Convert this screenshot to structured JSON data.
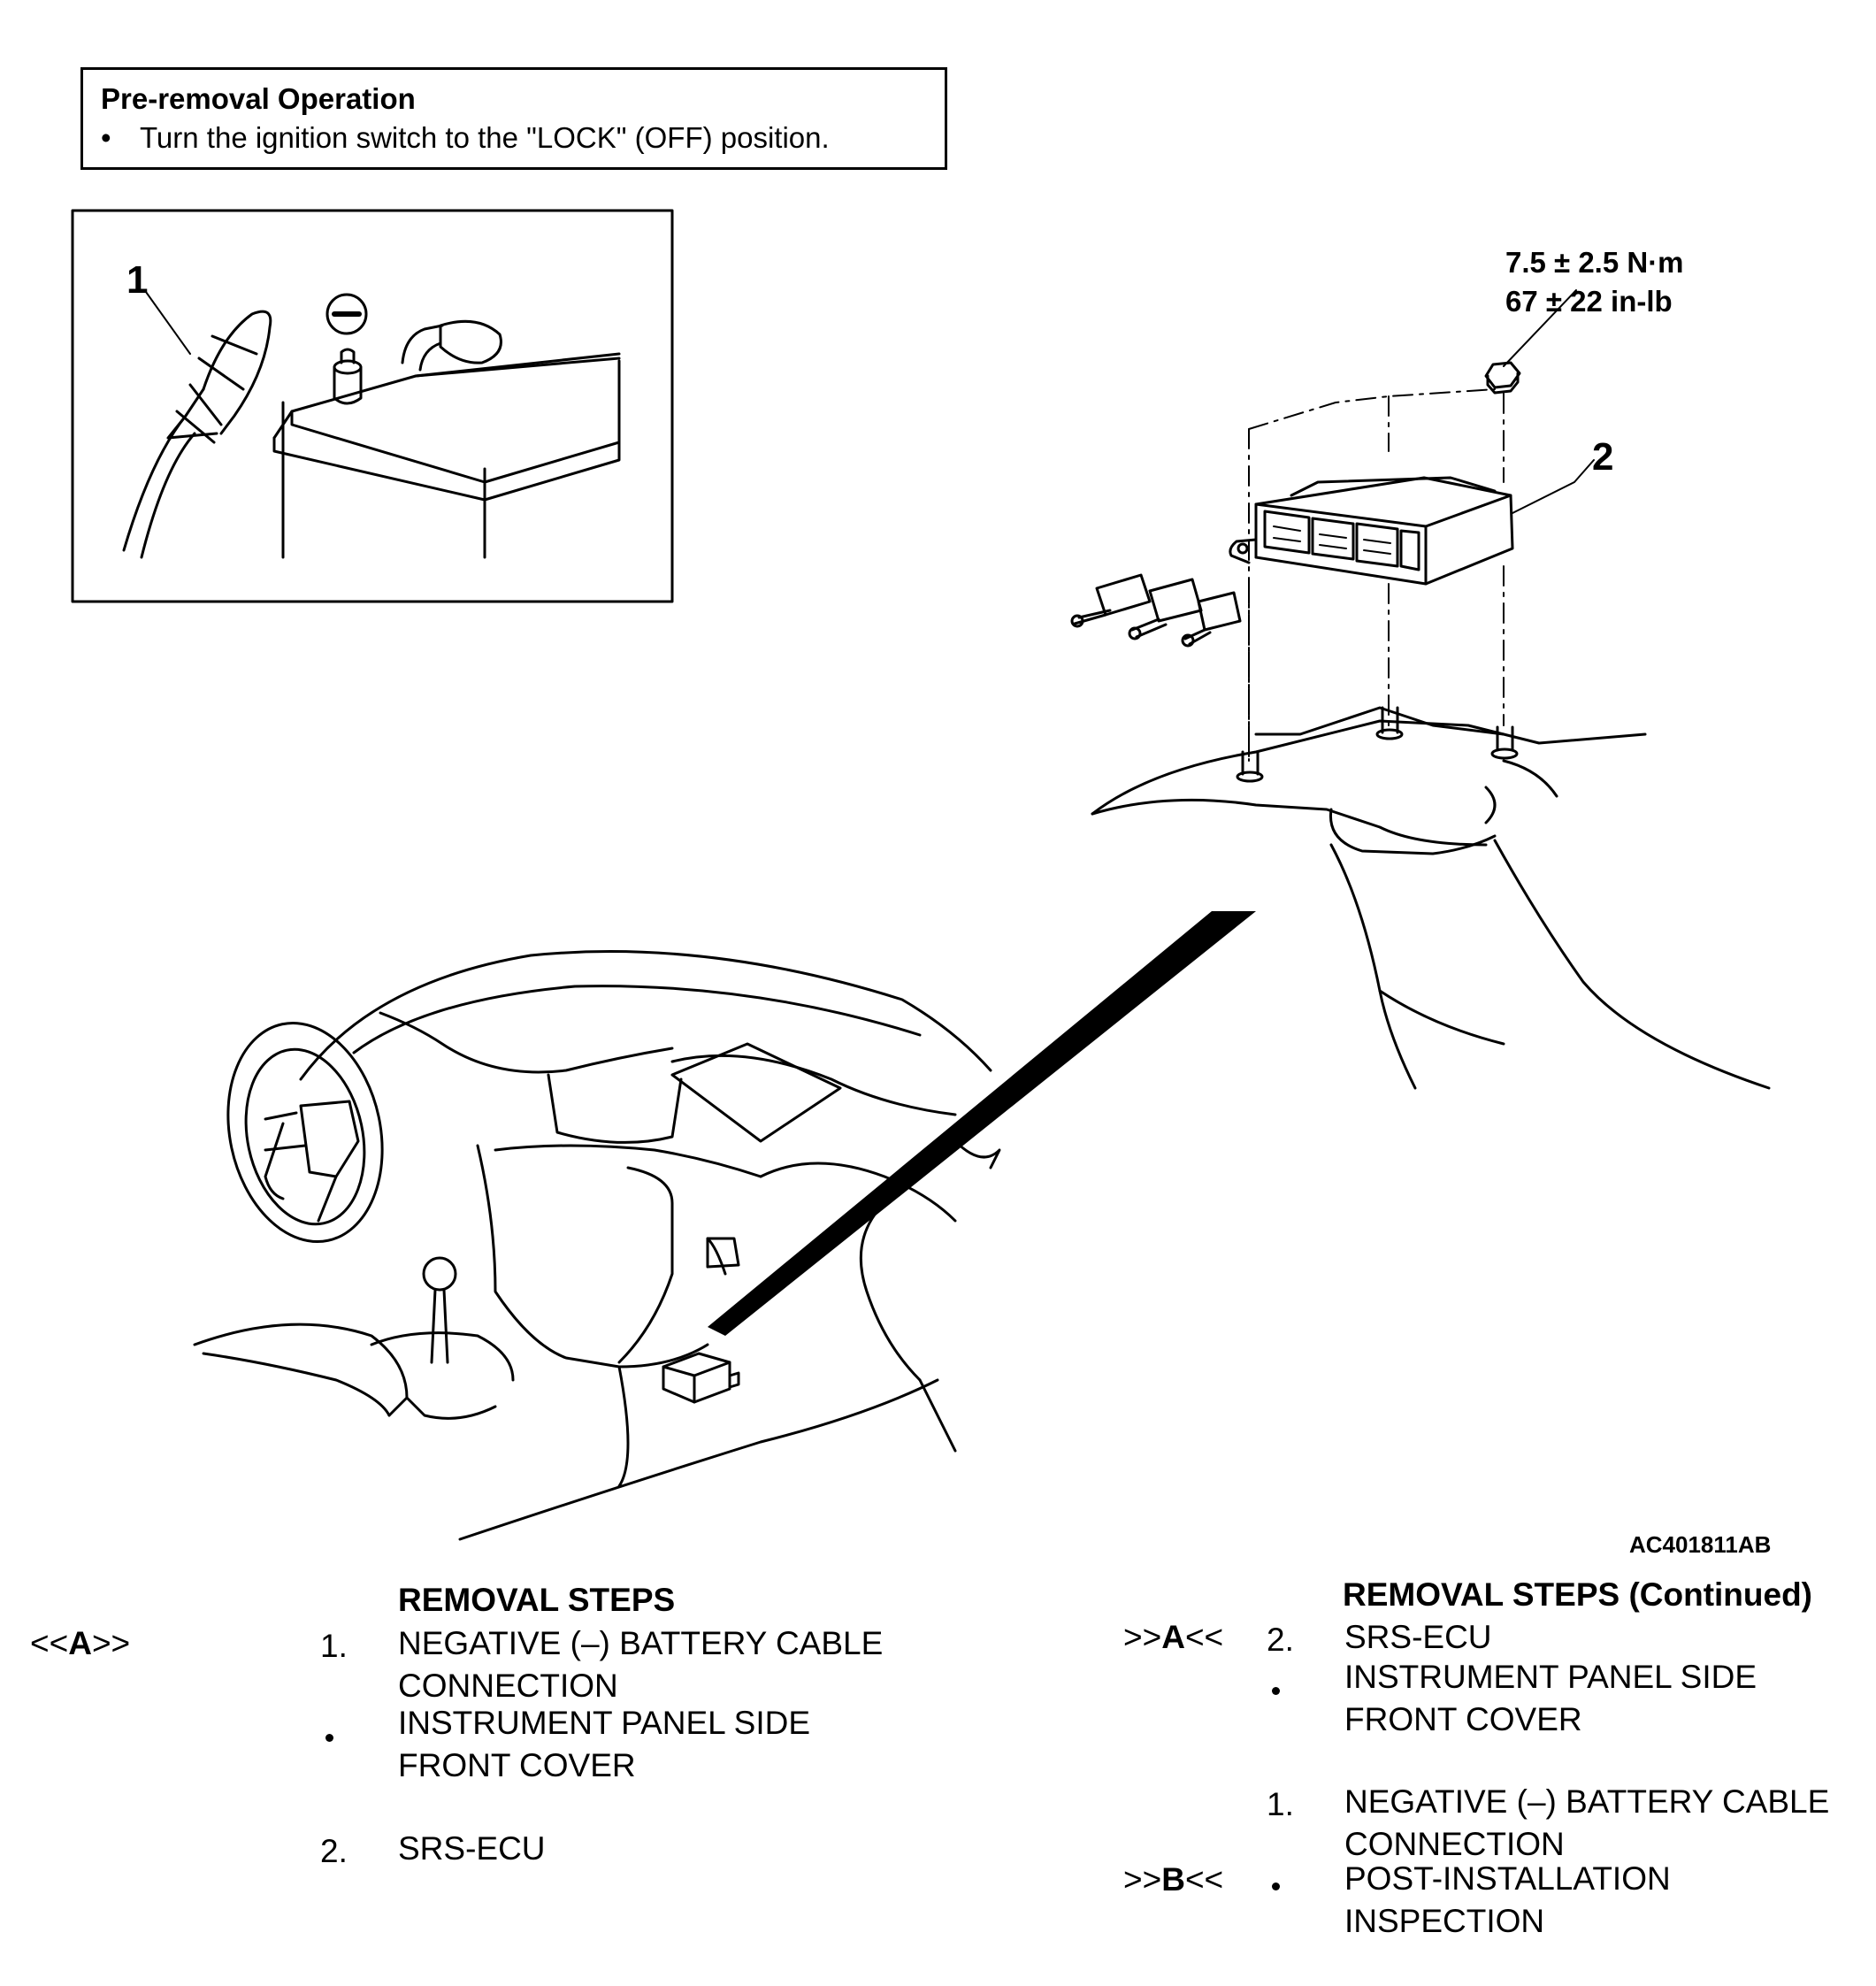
{
  "pre_removal": {
    "title": "Pre-removal Operation",
    "bullet": "•",
    "text": "Turn the ignition switch to the \"LOCK\" (OFF) position."
  },
  "illustration": {
    "callout_1": "1",
    "callout_2": "2",
    "torque_nm": "7.5 ± 2.5 N·m",
    "torque_inlb": "67 ± 22 in-lb",
    "figure_code": "AC401811AB"
  },
  "left_column": {
    "heading": "REMOVAL STEPS",
    "steps": [
      {
        "ref_pre": "<<",
        "ref_mid": "A",
        "ref_post": ">>",
        "num": "1.",
        "lines": [
          "NEGATIVE (–) BATTERY CABLE",
          "CONNECTION"
        ]
      },
      {
        "num": "•",
        "lines": [
          "INSTRUMENT PANEL SIDE",
          "FRONT COVER"
        ]
      },
      {
        "num": "2.",
        "lines": [
          "SRS-ECU"
        ]
      }
    ]
  },
  "right_column": {
    "heading": "REMOVAL STEPS (Continued)",
    "steps": [
      {
        "ref_pre": ">>",
        "ref_mid": "A",
        "ref_post": "<<",
        "num": "2.",
        "lines": [
          "SRS-ECU"
        ]
      },
      {
        "num": "•",
        "lines": [
          "INSTRUMENT PANEL SIDE",
          "FRONT COVER"
        ]
      },
      {
        "num": "1.",
        "lines": [
          "NEGATIVE (–) BATTERY CABLE",
          "CONNECTION"
        ]
      },
      {
        "ref_pre": ">>",
        "ref_mid": "B",
        "ref_post": "<<",
        "num": "•",
        "lines": [
          "POST-INSTALLATION",
          "INSPECTION"
        ]
      }
    ]
  }
}
